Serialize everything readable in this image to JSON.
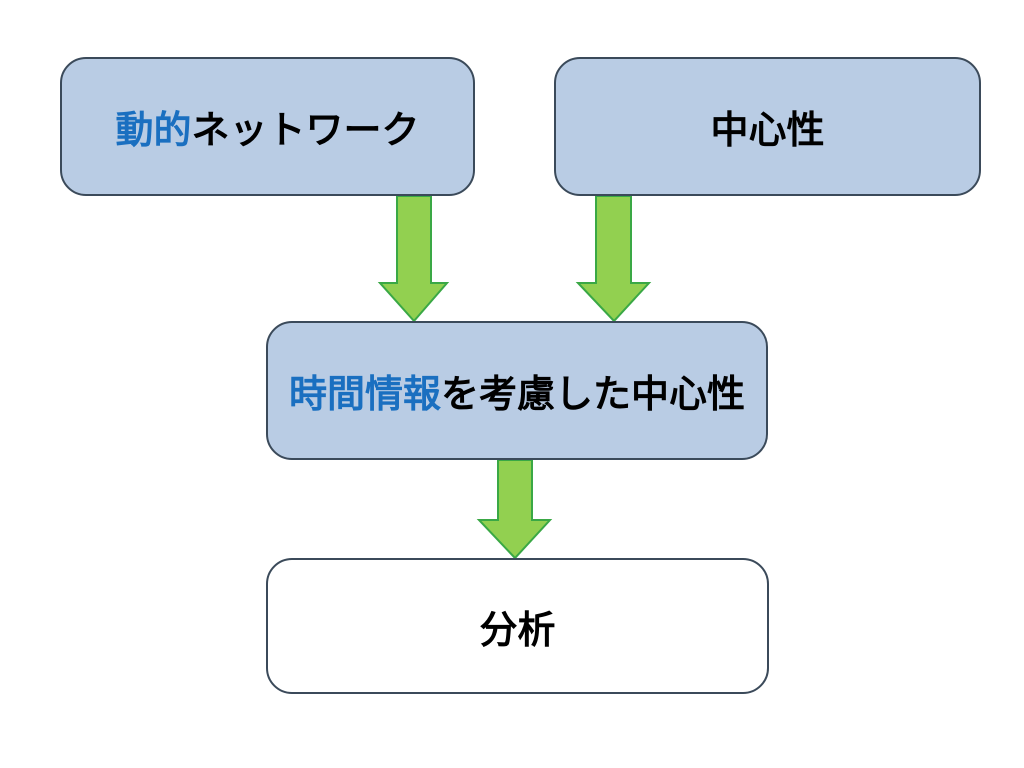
{
  "nodes": {
    "dynamic_network": {
      "highlight": "動的",
      "text": "ネットワーク"
    },
    "centrality": {
      "text": "中心性"
    },
    "temporal_centrality": {
      "highlight": "時間情報",
      "text": "を考慮した中心性"
    },
    "analysis": {
      "text": "分析"
    }
  },
  "edges": [
    {
      "from": "dynamic_network",
      "to": "temporal_centrality"
    },
    {
      "from": "centrality",
      "to": "temporal_centrality"
    },
    {
      "from": "temporal_centrality",
      "to": "analysis"
    }
  ],
  "colors": {
    "box_fill": "#b9cce4",
    "box_border": "#3b4a5a",
    "highlight_text": "#1a6fc0",
    "arrow_fill": "#92d050",
    "arrow_stroke": "#3aa845"
  }
}
